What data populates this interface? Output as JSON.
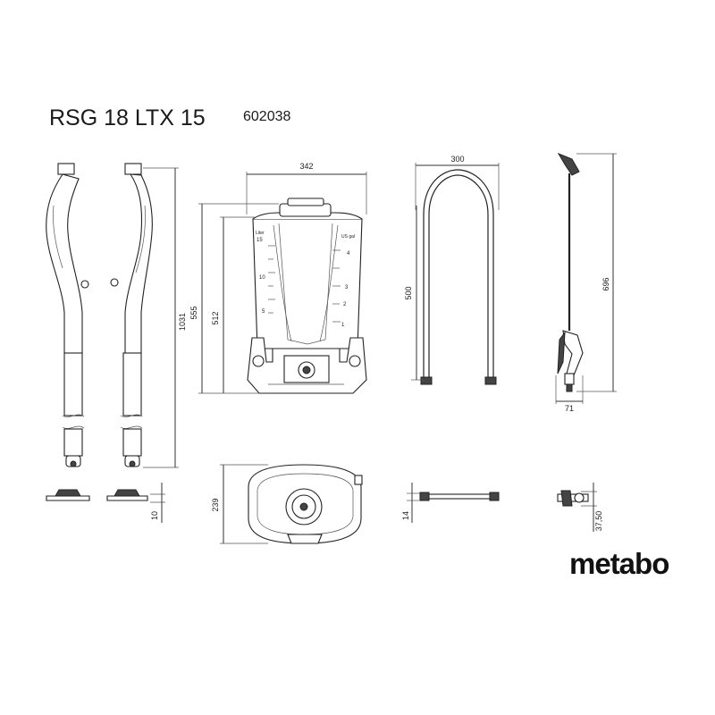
{
  "header": {
    "model": "RSG 18 LTX 15",
    "article_number": "602038"
  },
  "brand": {
    "logo_text": "metabo"
  },
  "dimensions": {
    "strap_height": "1031",
    "strap_thickness": "10",
    "tank_width": "342",
    "tank_total_height": "555",
    "tank_body_height": "512",
    "tank_depth": "239",
    "frame_width": "300",
    "frame_height": "500",
    "frame_tube": "14",
    "lance_length": "696",
    "lance_grip_width": "71",
    "lance_nozzle": "37,50"
  },
  "tank_scale": {
    "left_unit": "Liter",
    "right_unit": "US gal",
    "left_marks": [
      "15",
      "10",
      "5"
    ],
    "right_marks": [
      "4",
      "3",
      "2",
      "1"
    ]
  }
}
